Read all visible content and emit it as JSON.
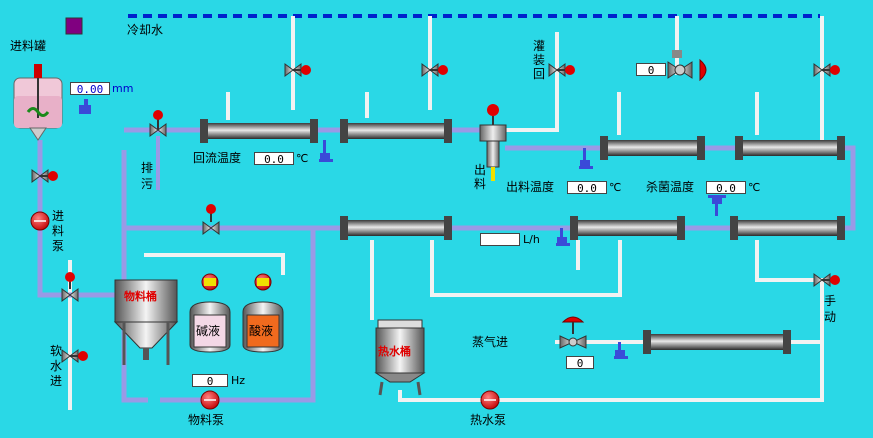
{
  "labels": {
    "cooling_water": "冷却水",
    "feed_tank": "进料罐",
    "filling_return": [
      "灌",
      "装",
      "回"
    ],
    "drain": [
      "排",
      "污"
    ],
    "reflux_temp": "回流温度",
    "discharge": [
      "出",
      "料"
    ],
    "discharge_temp": "出料温度",
    "sterilize_temp": "杀菌温度",
    "feed_pump": [
      "进",
      "料",
      "泵"
    ],
    "material_tank": "物料桶",
    "alkali": "碱液",
    "acid": "酸液",
    "soft_water_in": [
      "软",
      "水",
      "进"
    ],
    "hot_water_tank": "热水桶",
    "steam_in": "蒸气进",
    "manual": [
      "手",
      "动"
    ],
    "material_pump": "物料泵",
    "hot_water_pump": "热水泵"
  },
  "readouts": {
    "feed_tank_level": {
      "value": "0.00",
      "unit": "mm"
    },
    "reflux_temp": {
      "value": "0.0",
      "unit": "℃"
    },
    "discharge_temp": {
      "value": "0.0",
      "unit": "℃"
    },
    "sterilize_temp": {
      "value": "0.0",
      "unit": "℃"
    },
    "flow_rate": {
      "value": "",
      "unit": "L/h"
    },
    "control_valve_top": {
      "value": "0"
    },
    "steam_valve": {
      "value": "0"
    },
    "pump_freq": {
      "value": "0",
      "unit": "Hz"
    }
  },
  "colors": {
    "background": "#2ad8e6",
    "pipe": "#9a9ae6",
    "water_pipe": "#f2f2f2",
    "cooling_dash": "#0022cc",
    "pump_red": "#e00000",
    "status_square": "#800080"
  }
}
